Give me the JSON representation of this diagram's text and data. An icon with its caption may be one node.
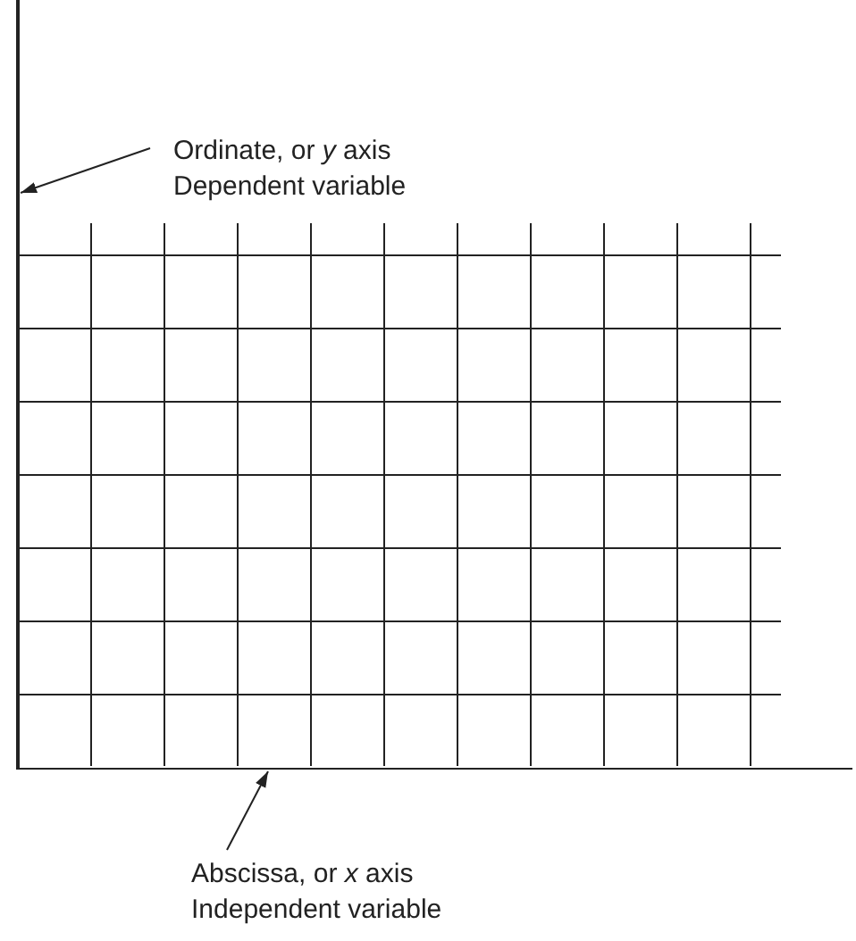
{
  "diagram": {
    "nodes": [
      {
        "text": [
          "Ordinate, or *y* axis",
          "Dependent variable"
        ]
      },
      {
        "text": [],
        "shape": "bar"
      },
      {
        "text": [
          "Abscissa, or *x* axis",
          "Independent variable"
        ]
      },
      {
        "text": [],
        "shape": "bar"
      }
    ],
    "edges": [
      {
        "from": 0,
        "to": 1,
        "arrow": "to"
      },
      {
        "from": 2,
        "to": 3,
        "arrow": "to"
      }
    ]
  }
}
